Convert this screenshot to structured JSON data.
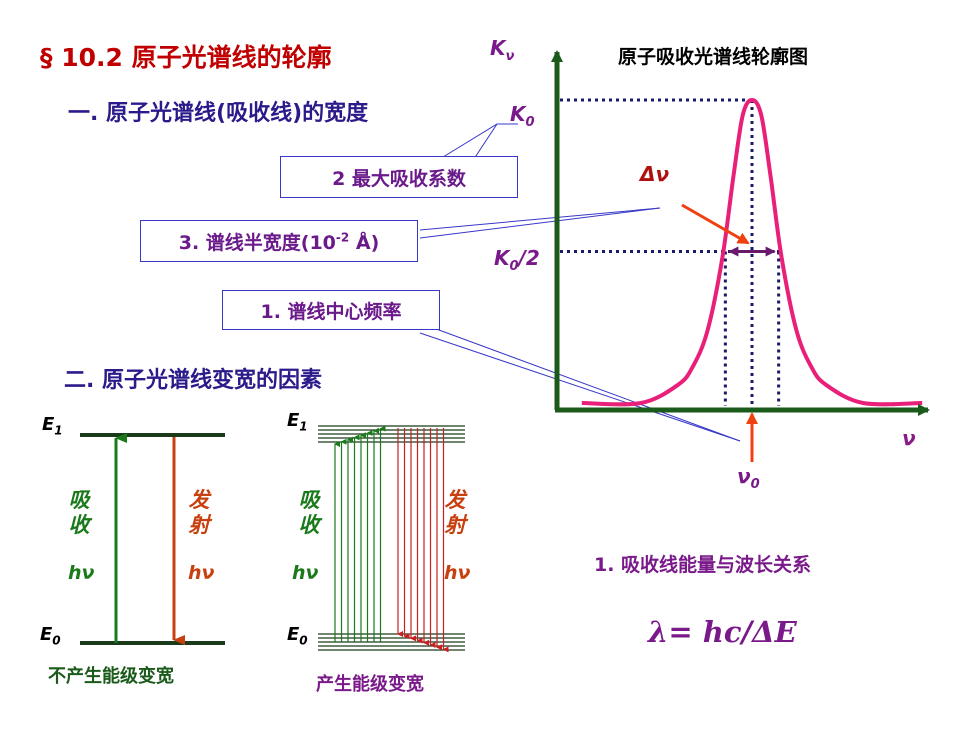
{
  "title": "§ 10.2 原子光谱线的轮廓",
  "section1": "一. 原子光谱线(吸收线)的宽度",
  "section2": "二.  原子光谱线变宽的因素",
  "chart_title": "原子吸收光谱线轮廓图",
  "callouts": {
    "max_abs": "2 最大吸收系数",
    "half_width": "3. 谱线半宽度(10-2 Å)",
    "half_width_main": "3. 谱线半宽度(10",
    "half_width_sup": "-2",
    "half_width_end": " Å)",
    "center_freq": "1. 谱线中心频率"
  },
  "chart_data": {
    "type": "line",
    "title": "原子吸收光谱线轮廓图",
    "xlabel": "ν",
    "ylabel": "Kν",
    "x_marker": "ν0",
    "y_markers": [
      "K0",
      "K0/2"
    ],
    "width_label": "Δν",
    "series": [
      {
        "x": [
          -4.6,
          -3.0,
          -2.0,
          -1.6,
          -1.2,
          -0.8,
          -0.5,
          -0.25,
          0,
          0.25,
          0.5,
          0.8,
          1.2,
          1.6,
          2.0,
          3.0,
          4.6
        ],
        "y": [
          0.0,
          0.0,
          0.06,
          0.12,
          0.24,
          0.48,
          0.75,
          0.95,
          1.0,
          0.95,
          0.75,
          0.48,
          0.24,
          0.12,
          0.06,
          0.0,
          0.0
        ]
      }
    ],
    "colors": {
      "curve": "#e8207a",
      "axis": "#1a5a1a",
      "guides": "#1a1a6a",
      "arrow": "#f04010",
      "width_arrow": "#6a1a6a"
    }
  },
  "axis_labels": {
    "k_nu": "Kν",
    "k0": "K0",
    "k0_half": "K0/2",
    "nu": "ν",
    "nu0": "ν0",
    "delta_nu": "Δν"
  },
  "diagram_left": {
    "e1": "E1",
    "e0": "E0",
    "absorb": "吸收",
    "emit": "发射",
    "hv_absorb": "hν",
    "hv_emit": "hν",
    "caption": "不产生能级变宽"
  },
  "diagram_right": {
    "e1": "E1",
    "e0": "E0",
    "absorb": "吸收",
    "emit": "发射",
    "hv_absorb": "hν",
    "hv_emit": "hν",
    "caption": "产生能级变宽"
  },
  "relation_title": "1. 吸收线能量与波长关系",
  "formula": "λ= hc/ΔE"
}
